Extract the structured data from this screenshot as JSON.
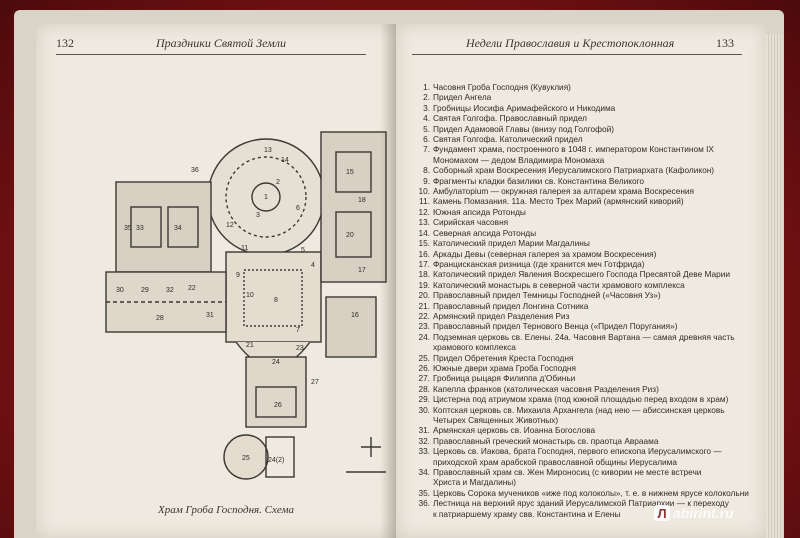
{
  "left_page": {
    "page_number": "132",
    "running_head": "Праздники Святой Земли",
    "caption": "Храм Гроба Господня. Схема",
    "plan_labels": [
      "1",
      "13",
      "36",
      "15",
      "11",
      "12",
      "3",
      "20",
      "33",
      "34",
      "22",
      "16",
      "10",
      "28",
      "9",
      "8",
      "21",
      "23",
      "24",
      "25",
      "26",
      "27",
      "30",
      "29",
      "31",
      "32",
      "35",
      "24(2)",
      "14",
      "6",
      "5",
      "2",
      "4",
      "7",
      "18",
      "17"
    ]
  },
  "right_page": {
    "page_number": "133",
    "running_head": "Недели Православия и Крестопоклонная",
    "legend": [
      {
        "n": "1.",
        "t": "Часовня Гроба Господня (Кувуклия)"
      },
      {
        "n": "2.",
        "t": "Придел Ангела"
      },
      {
        "n": "3.",
        "t": "Гробницы Иосифа Аримафейского и Никодима"
      },
      {
        "n": "4.",
        "t": "Святая Голгофа. Православный придел"
      },
      {
        "n": "5.",
        "t": "Придел Адамовой Главы (внизу под Голгофой)"
      },
      {
        "n": "6.",
        "t": "Святая Голгофа. Католический придел"
      },
      {
        "n": "7.",
        "t": "Фундамент храма, построенного в 1048 г. императором Константином IX"
      },
      {
        "n": "",
        "t": "Мономахом — дедом Владимира Мономаха"
      },
      {
        "n": "8.",
        "t": "Соборный храм Воскресения Иерусалимского Патриархата (Кафоликон)"
      },
      {
        "n": "9.",
        "t": "Фрагменты кладки базилики св. Константина Великого"
      },
      {
        "n": "10.",
        "t": "Амбулаторium — окружная галерея за алтарем храма Воскресения"
      },
      {
        "n": "11.",
        "t": "Камень Помазания. 11а. Место Трех Марий (армянский кивори­й)"
      },
      {
        "n": "12.",
        "t": "Южная апсида Ротонды"
      },
      {
        "n": "13.",
        "t": "Сирийская часовня"
      },
      {
        "n": "14.",
        "t": "Северная апсида Ротонды"
      },
      {
        "n": "15.",
        "t": "Католический придел Марии Магдалины"
      },
      {
        "n": "16.",
        "t": "Аркады Девы (северная галерея за храмом Воскресения)"
      },
      {
        "n": "17.",
        "t": "Францисканская ризница (где хранится меч Готфрида)"
      },
      {
        "n": "18.",
        "t": "Католический придел Явления Воскресшего Господа Пресвятой Деве Марии"
      },
      {
        "n": "19.",
        "t": "Католический монастырь в северной части храмового комплекса"
      },
      {
        "n": "20.",
        "t": "Православный придел Темницы Господней («Часовня Уз»)"
      },
      {
        "n": "21.",
        "t": "Православный придел Лонгина Сотника"
      },
      {
        "n": "22.",
        "t": "Армянский придел Разделения Риз"
      },
      {
        "n": "23.",
        "t": "Православный придел Тернового Венца («Придел Поругания»)"
      },
      {
        "n": "24.",
        "t": "Подземная церковь св. Елены. 24а. Часовня Вартана — самая древняя часть"
      },
      {
        "n": "",
        "t": "храмового комплекса"
      },
      {
        "n": "25.",
        "t": "Придел Обретения Креста Господня"
      },
      {
        "n": "26.",
        "t": "Южные двери храма Гроба Господня"
      },
      {
        "n": "27.",
        "t": "Гробница рыцаря Филиппа д'Обиньи"
      },
      {
        "n": "28.",
        "t": "Капелла франков (католическая часовня Разделения Риз)"
      },
      {
        "n": "29.",
        "t": "Цистерна под атриумом храма (под южной площадью перед входом в храм)"
      },
      {
        "n": "30.",
        "t": "Коптская церковь св. Михаила Архангела (над нею — абиссинская церковь"
      },
      {
        "n": "",
        "t": "Четырех Священных Животных)"
      },
      {
        "n": "31.",
        "t": "Армянская церковь св. Иоанна Богослова"
      },
      {
        "n": "32.",
        "t": "Православный греческий монастырь св. праотца Авраама"
      },
      {
        "n": "33.",
        "t": "Церковь св. Иакова, брата Господня, первого епископа Иерусалимского —"
      },
      {
        "n": "",
        "t": "приходской храм арабской православной общины Иерусалима"
      },
      {
        "n": "34.",
        "t": "Православный храм св. Жен Мироносиц (с кивории не месте встречи"
      },
      {
        "n": "",
        "t": "Христа и Магдалины)"
      },
      {
        "n": "35.",
        "t": "Церковь Сорока мучеников «иже под колоколы», т. е. в нижнем ярусе колокольни"
      },
      {
        "n": "36.",
        "t": "Лестница на верхний ярус зданий Иерусалимской Патриархии — к переходу"
      },
      {
        "n": "",
        "t": "к патриаршему храму свв. Константина и Елены"
      }
    ]
  },
  "watermark": {
    "badge": "Л",
    "text": "abirint.ru"
  }
}
